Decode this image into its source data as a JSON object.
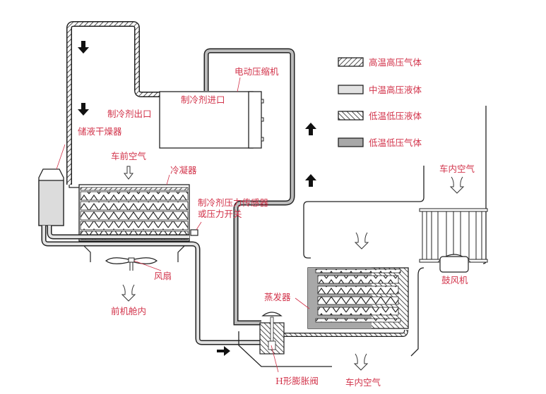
{
  "diagram_title": "",
  "colors": {
    "label": "#d2334a",
    "line": "#222222",
    "mid_liquid_fill": "#e2e2e2",
    "low_gas_fill": "#a8a8a8",
    "arrow": "#111111"
  },
  "legend": [
    {
      "pattern": "hatch-forward",
      "label": "高温高压气体"
    },
    {
      "pattern": "light-gray",
      "label": "中温高压液体"
    },
    {
      "pattern": "hatch-backward",
      "label": "低温低压液体"
    },
    {
      "pattern": "dark-gray",
      "label": "低温低压气体"
    }
  ],
  "labels": {
    "compressor": "电动压缩机",
    "refrigerant_inlet": "制冷剂进口",
    "refrigerant_outlet": "制冷剂出口",
    "receiver_dryer": "储液干燥器",
    "front_air": "车前空气",
    "condenser": "冷凝器",
    "pressure_sensor_line1": "制冷剂压力传感器",
    "pressure_sensor_line2": "或压力开关",
    "fan": "风扇",
    "engine_bay": "前机舱内",
    "evaporator": "蒸发器",
    "expansion_valve": "H形膨胀阀",
    "cabin_air_out": "车内空气",
    "cabin_air_in": "车内空气",
    "blower": "鼓风机"
  }
}
